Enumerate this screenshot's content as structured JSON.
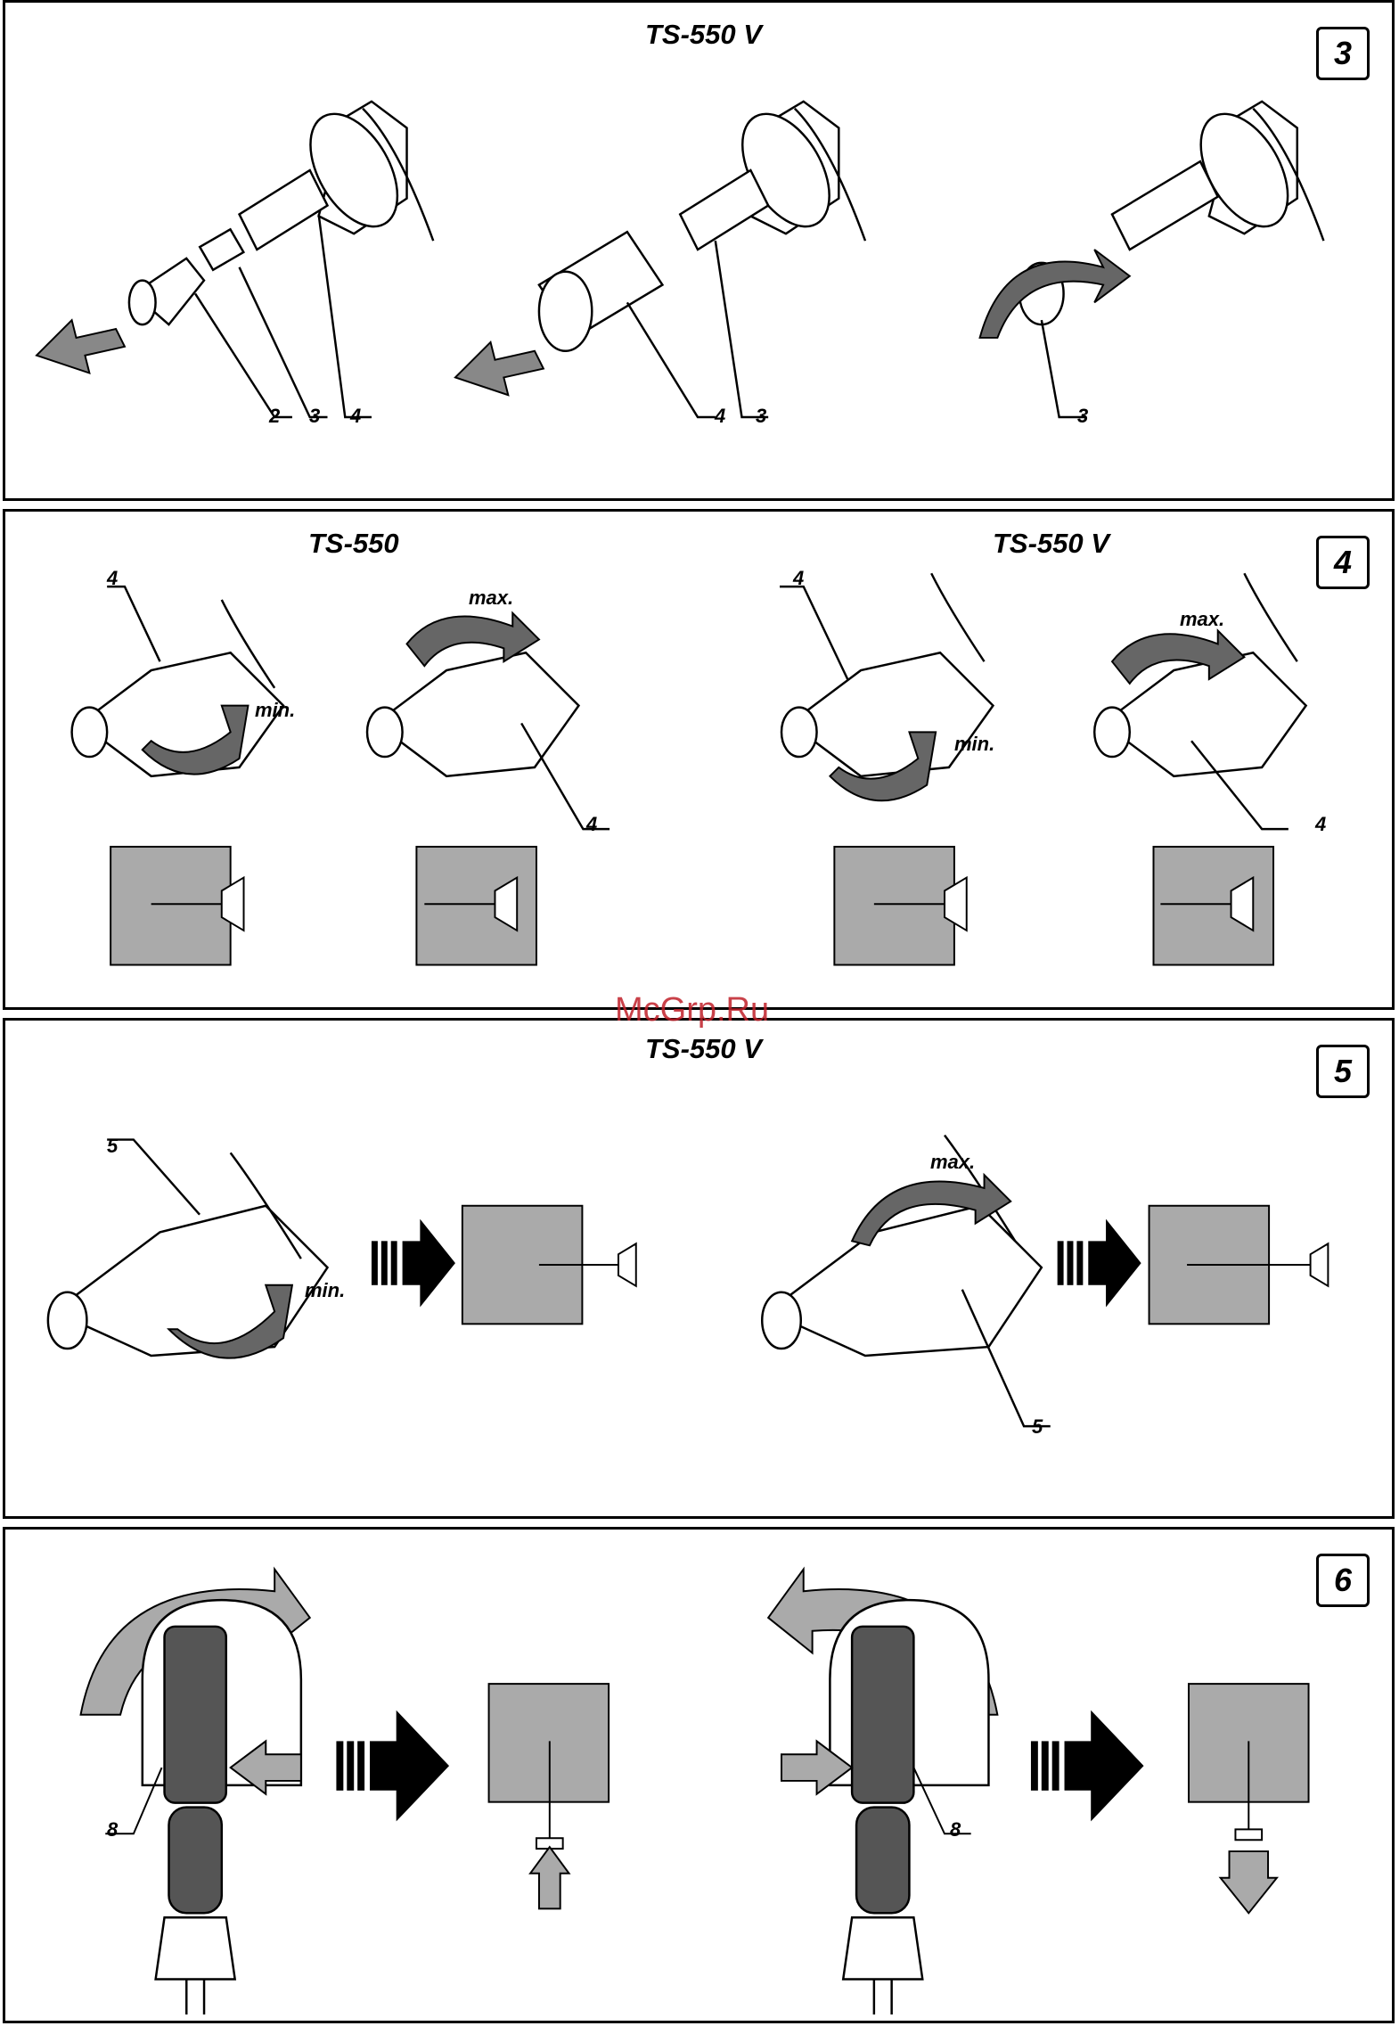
{
  "panel3": {
    "number": "3",
    "title": "TS-550 V",
    "callouts": [
      "2",
      "3",
      "4",
      "4",
      "3",
      "3"
    ]
  },
  "panel4": {
    "number": "4",
    "title_left": "TS-550",
    "title_right": "TS-550 V",
    "min": "min.",
    "max": "max.",
    "callouts": [
      "4",
      "4",
      "4",
      "4"
    ]
  },
  "panel5": {
    "number": "5",
    "title": "TS-550 V",
    "min": "min.",
    "max": "max.",
    "callouts": [
      "5",
      "5"
    ]
  },
  "panel6": {
    "number": "6",
    "callouts": [
      "8",
      "8"
    ]
  },
  "watermark": "McGrp.Ru"
}
